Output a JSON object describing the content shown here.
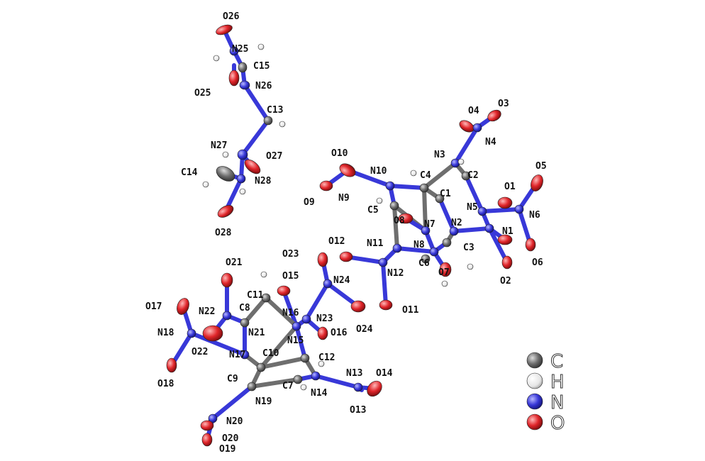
{
  "colors": {
    "C": "#6e6e6e",
    "H": "#e6e6e6",
    "N": "#3838d8",
    "O": "#e0252a"
  },
  "legend": [
    {
      "symbol": "C",
      "color": "#6e6e6e"
    },
    {
      "symbol": "H",
      "color": "#e6e6e6"
    },
    {
      "symbol": "N",
      "color": "#3838d8"
    },
    {
      "symbol": "O",
      "color": "#e0252a"
    }
  ],
  "atoms": [
    {
      "label": "O26"
    },
    {
      "label": "N25"
    },
    {
      "label": "C15"
    },
    {
      "label": "O25"
    },
    {
      "label": "N26"
    },
    {
      "label": "C13"
    },
    {
      "label": "N27"
    },
    {
      "label": "O27"
    },
    {
      "label": "C14"
    },
    {
      "label": "N28"
    },
    {
      "label": "O28"
    },
    {
      "label": "O4"
    },
    {
      "label": "O3"
    },
    {
      "label": "N4"
    },
    {
      "label": "N3"
    },
    {
      "label": "O10"
    },
    {
      "label": "N10"
    },
    {
      "label": "C4"
    },
    {
      "label": "C2"
    },
    {
      "label": "O5"
    },
    {
      "label": "O9"
    },
    {
      "label": "N9"
    },
    {
      "label": "C1"
    },
    {
      "label": "O1"
    },
    {
      "label": "N5"
    },
    {
      "label": "N6"
    },
    {
      "label": "C5"
    },
    {
      "label": "O8"
    },
    {
      "label": "N7"
    },
    {
      "label": "N2"
    },
    {
      "label": "N1"
    },
    {
      "label": "O12"
    },
    {
      "label": "N11"
    },
    {
      "label": "N8"
    },
    {
      "label": "C3"
    },
    {
      "label": "C6"
    },
    {
      "label": "O6"
    },
    {
      "label": "O23"
    },
    {
      "label": "O21"
    },
    {
      "label": "N12"
    },
    {
      "label": "O7"
    },
    {
      "label": "O2"
    },
    {
      "label": "O15"
    },
    {
      "label": "N24"
    },
    {
      "label": "C11"
    },
    {
      "label": "O17"
    },
    {
      "label": "N22"
    },
    {
      "label": "C8"
    },
    {
      "label": "N16"
    },
    {
      "label": "N23"
    },
    {
      "label": "O11"
    },
    {
      "label": "N18"
    },
    {
      "label": "N21"
    },
    {
      "label": "N15"
    },
    {
      "label": "O16"
    },
    {
      "label": "O24"
    },
    {
      "label": "O22"
    },
    {
      "label": "N17"
    },
    {
      "label": "C10"
    },
    {
      "label": "C12"
    },
    {
      "label": "N13"
    },
    {
      "label": "O14"
    },
    {
      "label": "C9"
    },
    {
      "label": "C7"
    },
    {
      "label": "N14"
    },
    {
      "label": "O18"
    },
    {
      "label": "N19"
    },
    {
      "label": "O13"
    },
    {
      "label": "N20"
    },
    {
      "label": "O20"
    },
    {
      "label": "O19"
    }
  ]
}
